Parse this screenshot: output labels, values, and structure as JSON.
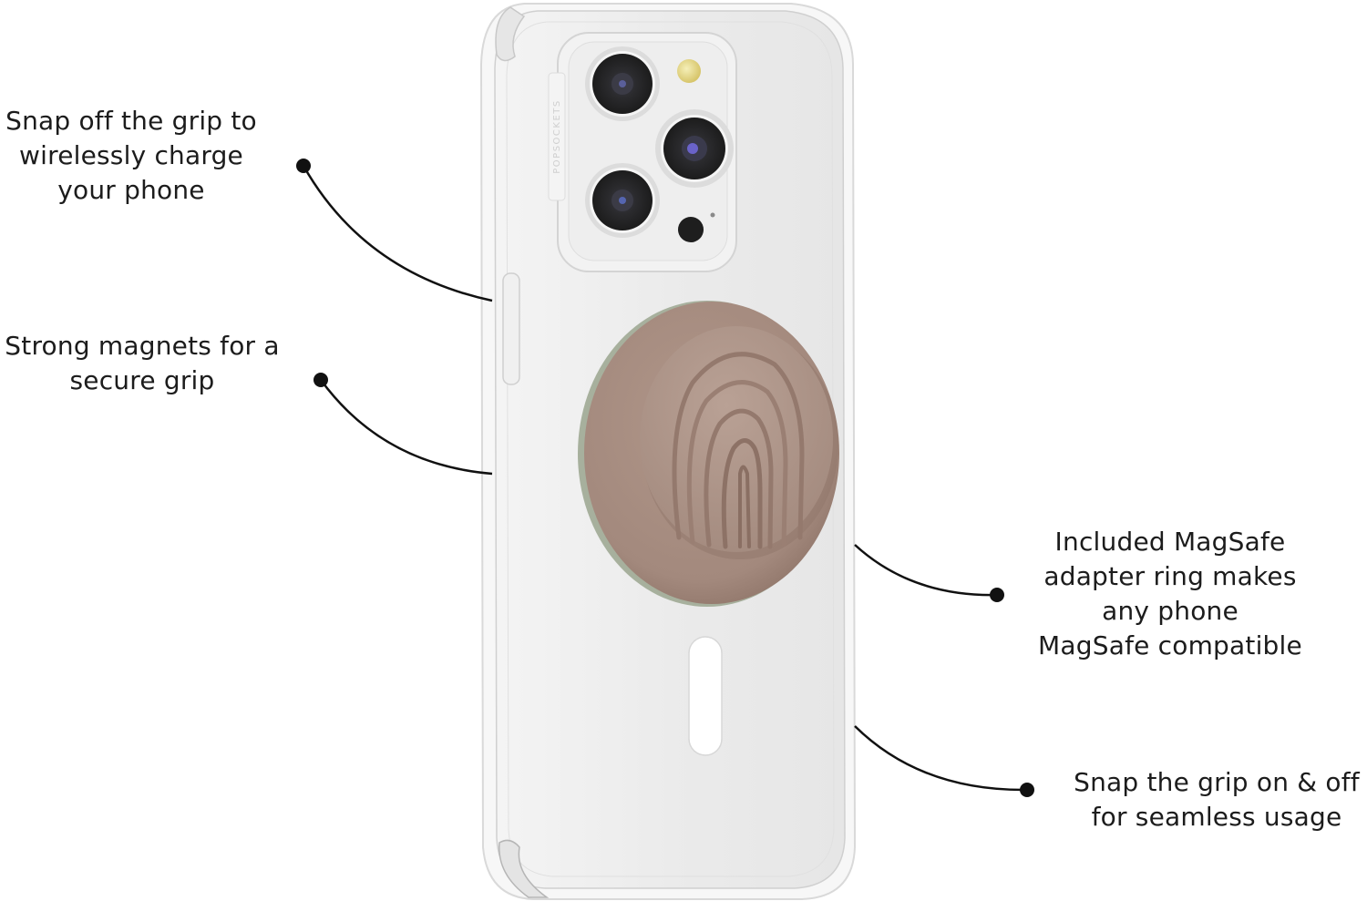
{
  "product": {
    "description": "Clear phone case with taupe wavy-arch MagSafe grip attached",
    "case_brand_text": "POPSOCKETS",
    "colors": {
      "background": "#ffffff",
      "case_body": "#ececec",
      "case_edge": "#d6d6d6",
      "grip_base": "#a88e82",
      "grip_top": "#b39a8e",
      "grip_shadow": "#8a7167",
      "adapter_ring": "#a7b09d",
      "lens": "#2a2a2a",
      "flash": "#e8d98a",
      "callout_line": "#111111",
      "text": "#1c1c1c"
    }
  },
  "callouts": [
    {
      "id": "wireless-charge",
      "lines": [
        "Snap off the grip to",
        "wirelessly charge",
        "your phone"
      ]
    },
    {
      "id": "strong-magnets",
      "lines": [
        "Strong magnets for a",
        "secure grip"
      ]
    },
    {
      "id": "magsafe-adapter",
      "lines": [
        "Included MagSafe",
        "adapter ring makes",
        "any phone",
        "MagSafe compatible"
      ]
    },
    {
      "id": "snap-on-off",
      "lines": [
        "Snap the grip on & off",
        "for seamless usage"
      ]
    }
  ]
}
